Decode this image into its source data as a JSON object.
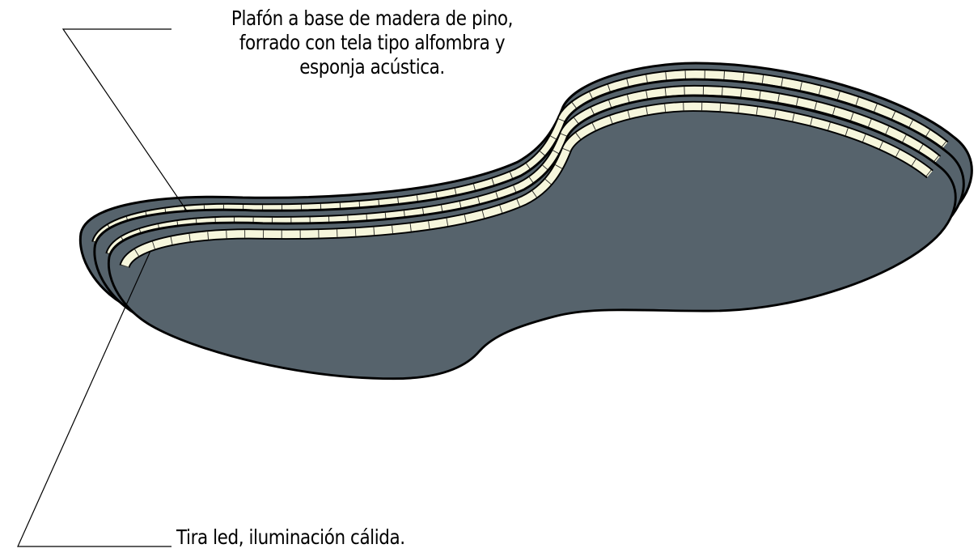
{
  "annotations": {
    "top": {
      "lines": [
        "Plafón a base de madera de pino,",
        "forrado con tela tipo alfombra y",
        "esponja acústica."
      ]
    },
    "bottom": {
      "text": "Tira led, iluminación cálida."
    }
  },
  "colors": {
    "panel_fill": "#56636c",
    "led_strip": "#f6f6dc",
    "outline": "#000000"
  }
}
